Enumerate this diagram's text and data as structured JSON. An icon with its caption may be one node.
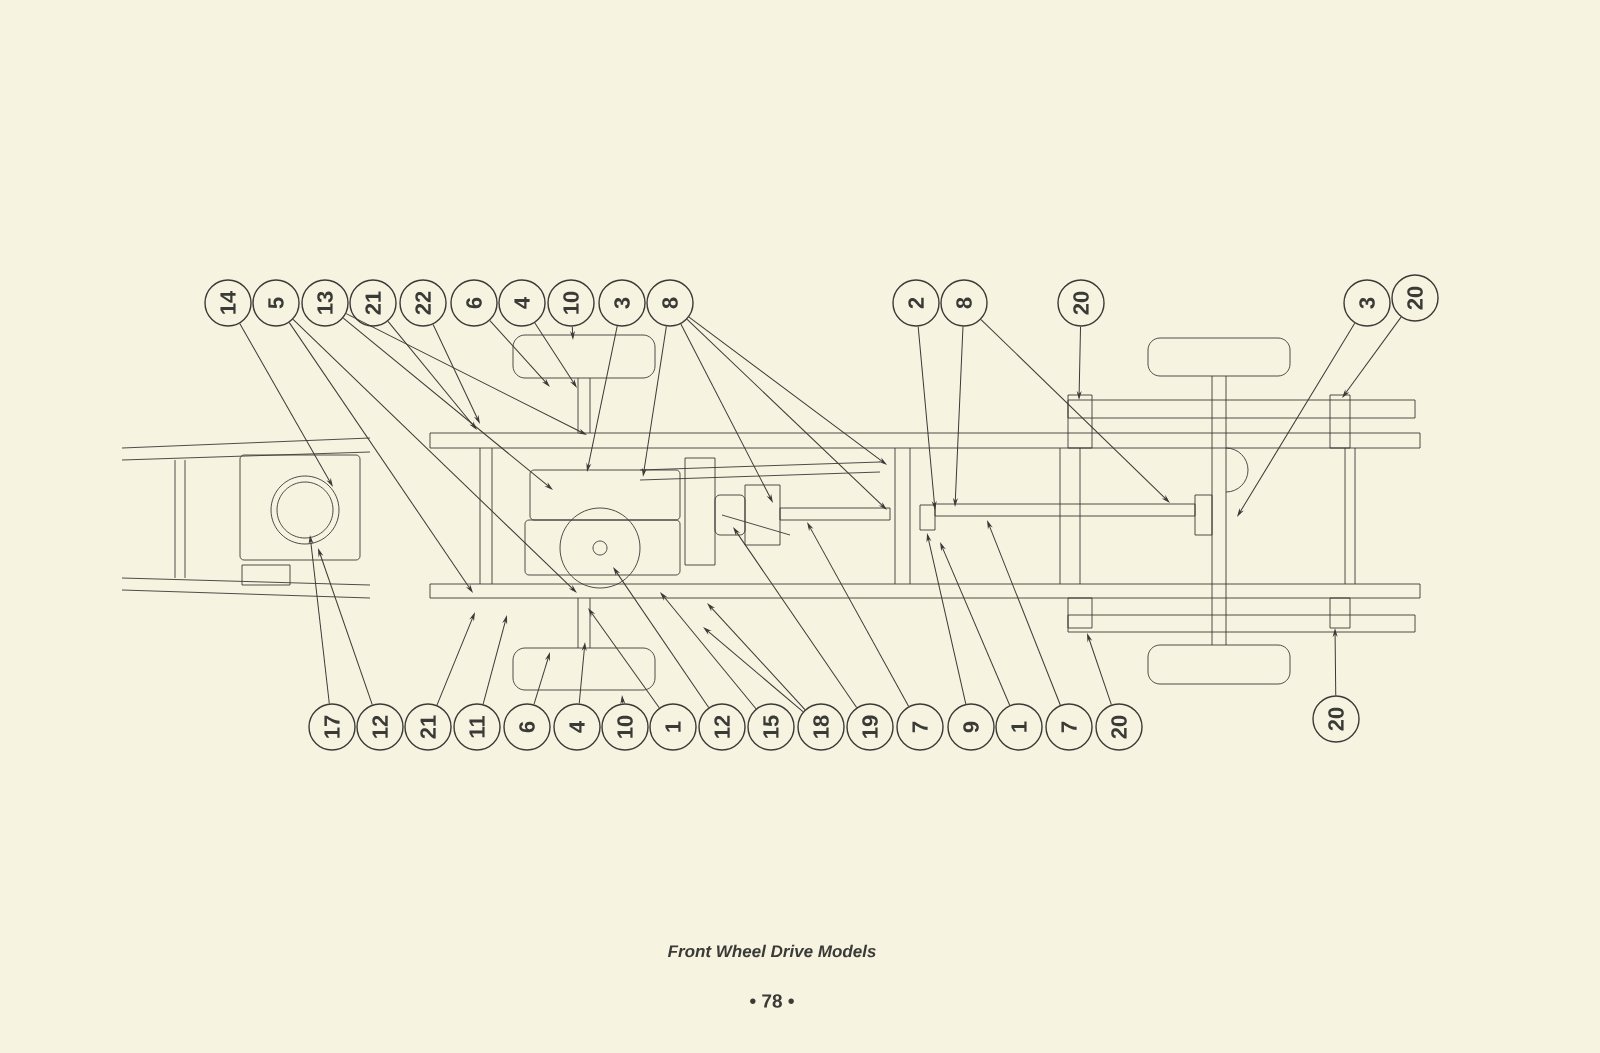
{
  "diagram": {
    "caption": "Front Wheel Drive Models",
    "nodes": [
      {
        "text": [
          "14"
        ]
      },
      {
        "text": [
          "5"
        ]
      },
      {
        "text": [
          "13"
        ]
      },
      {
        "text": [
          "21"
        ]
      },
      {
        "text": [
          "22"
        ]
      },
      {
        "text": [
          "6"
        ]
      },
      {
        "text": [
          "4"
        ]
      },
      {
        "text": [
          "10"
        ]
      },
      {
        "text": [
          "3"
        ]
      },
      {
        "text": [
          "8"
        ]
      },
      {
        "text": [
          "2"
        ]
      },
      {
        "text": [
          "8"
        ]
      },
      {
        "text": [
          "20"
        ]
      },
      {
        "text": [
          "3"
        ]
      },
      {
        "text": [
          "20"
        ]
      },
      {
        "text": [
          "17"
        ]
      },
      {
        "text": [
          "12"
        ]
      },
      {
        "text": [
          "21"
        ]
      },
      {
        "text": [
          "11"
        ]
      },
      {
        "text": [
          "6"
        ]
      },
      {
        "text": [
          "4"
        ]
      },
      {
        "text": [
          "10"
        ]
      },
      {
        "text": [
          "1"
        ]
      },
      {
        "text": [
          "12"
        ]
      },
      {
        "text": [
          "15"
        ]
      },
      {
        "text": [
          "18"
        ]
      },
      {
        "text": [
          "19"
        ]
      },
      {
        "text": [
          "7"
        ]
      },
      {
        "text": [
          "9"
        ]
      },
      {
        "text": [
          "1"
        ]
      },
      {
        "text": [
          "7"
        ]
      },
      {
        "text": [
          "20"
        ]
      },
      {
        "text": [
          "20"
        ]
      }
    ],
    "edges": [
      {
        "from": 0,
        "to": null,
        "arrow": "to"
      },
      {
        "from": 1,
        "to": null,
        "arrow": "to"
      },
      {
        "from": 1,
        "to": null,
        "arrow": "to"
      },
      {
        "from": 2,
        "to": null,
        "arrow": "to"
      },
      {
        "from": 2,
        "to": null,
        "arrow": "to"
      },
      {
        "from": 3,
        "to": null,
        "arrow": "to"
      },
      {
        "from": 4,
        "to": null,
        "arrow": "to"
      },
      {
        "from": 5,
        "to": null,
        "arrow": "to"
      },
      {
        "from": 6,
        "to": null,
        "arrow": "to"
      },
      {
        "from": 7,
        "to": null,
        "arrow": "to"
      },
      {
        "from": 8,
        "to": null,
        "arrow": "to"
      },
      {
        "from": 9,
        "to": null,
        "arrow": "to"
      },
      {
        "from": 9,
        "to": null,
        "arrow": "to"
      },
      {
        "from": 9,
        "to": null,
        "arrow": "to"
      },
      {
        "from": 9,
        "to": null,
        "arrow": "to"
      },
      {
        "from": 10,
        "to": null,
        "arrow": "to"
      },
      {
        "from": 11,
        "to": null,
        "arrow": "to"
      },
      {
        "from": 11,
        "to": null,
        "arrow": "to"
      },
      {
        "from": 12,
        "to": null,
        "arrow": "to"
      },
      {
        "from": 13,
        "to": null,
        "arrow": "to"
      },
      {
        "from": 14,
        "to": null,
        "arrow": "to"
      },
      {
        "from": 15,
        "to": null,
        "arrow": "to"
      },
      {
        "from": 16,
        "to": null,
        "arrow": "to"
      },
      {
        "from": 17,
        "to": null,
        "arrow": "to"
      },
      {
        "from": 18,
        "to": null,
        "arrow": "to"
      },
      {
        "from": 19,
        "to": null,
        "arrow": "to"
      },
      {
        "from": 20,
        "to": null,
        "arrow": "to"
      },
      {
        "from": 21,
        "to": null,
        "arrow": "to"
      },
      {
        "from": 22,
        "to": null,
        "arrow": "to"
      },
      {
        "from": 23,
        "to": null,
        "arrow": "to"
      },
      {
        "from": 24,
        "to": null,
        "arrow": "to"
      },
      {
        "from": 25,
        "to": null,
        "arrow": "to"
      },
      {
        "from": 25,
        "to": null,
        "arrow": "to"
      },
      {
        "from": 26,
        "to": null,
        "arrow": "to"
      },
      {
        "from": 27,
        "to": null,
        "arrow": "to"
      },
      {
        "from": 28,
        "to": null,
        "arrow": "to"
      },
      {
        "from": 29,
        "to": null,
        "arrow": "to"
      },
      {
        "from": 30,
        "to": null,
        "arrow": "to"
      },
      {
        "from": 31,
        "to": null,
        "arrow": "to"
      },
      {
        "from": 32,
        "to": null,
        "arrow": "to"
      }
    ],
    "labels": [
      "• 78 •"
    ]
  }
}
